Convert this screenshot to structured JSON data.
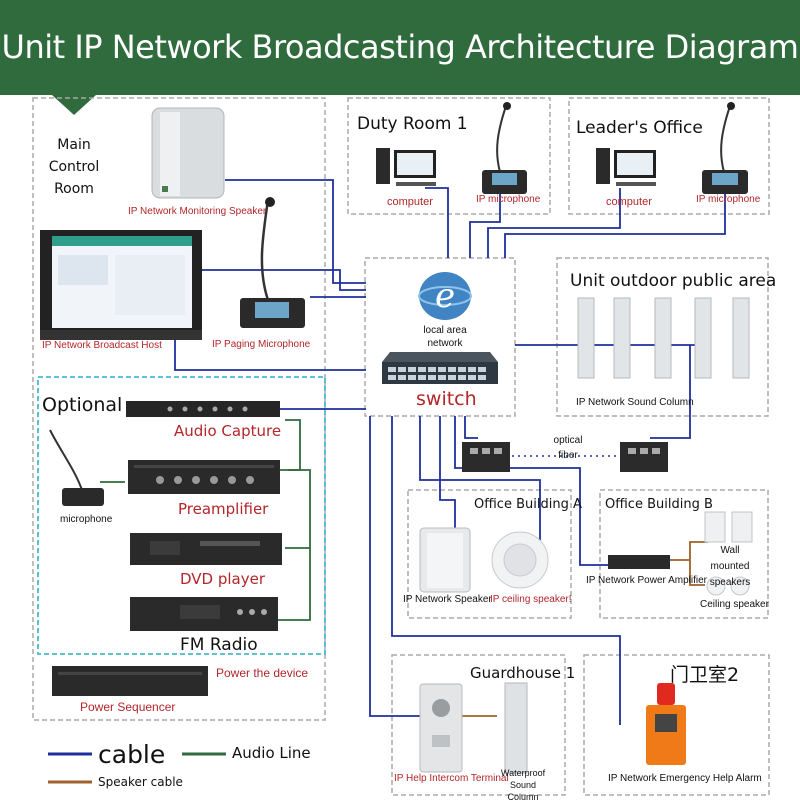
{
  "title": "Unit IP Network Broadcasting Architecture Diagram",
  "rooms": {
    "main_control": "Main\nControl\nRoom",
    "duty_room": "Duty Room 1",
    "leaders_office": "Leader's Office",
    "outdoor": "Unit outdoor public area",
    "optional": "Optional",
    "building_a": "Office Building A",
    "building_b": "Office Building B",
    "guardhouse1": "Guardhouse 1",
    "guardhouse2": "门卫室2"
  },
  "devices": {
    "monitoring_speaker": "IP Network Monitoring Speaker",
    "broadcast_host": "IP Network Broadcast Host",
    "paging_mic": "IP Paging Microphone",
    "duty_computer": "computer",
    "duty_mic": "IP microphone",
    "leader_computer": "computer",
    "leader_mic": "IP microphone",
    "lan": "local area\nnetwork",
    "switch": "switch",
    "sound_column": "IP Network Sound Column",
    "optical_fiber": "optical\nfiber",
    "audio_capture": "Audio Capture",
    "microphone": "microphone",
    "preamplifier": "Preamplifier",
    "dvd": "DVD player",
    "fm": "FM Radio",
    "power_device": "Power the device",
    "power_sequencer": "Power Sequencer",
    "ip_speaker": "IP Network Speaker",
    "ceiling_speaker_a": "IP ceiling speaker!",
    "power_amp": "IP Network Power Amplifier",
    "wall_speakers": "Wall mounted\nspeakers",
    "ceiling_speaker_b": "Ceiling speaker",
    "intercom": "IP Help Intercom Terminal",
    "waterproof": "Waterproof Sound\nColumn",
    "alarm": "IP Network Emergency Help Alarm"
  },
  "legend": {
    "cable": "cable",
    "audio_line": "Audio Line",
    "speaker_cable": "Speaker cable"
  },
  "colors": {
    "banner": "#2f6b3c",
    "cable": "#1f2f9c",
    "audio_line": "#2f6b3c",
    "speaker_cable": "#a0612a",
    "label_red": "#b3262a"
  }
}
